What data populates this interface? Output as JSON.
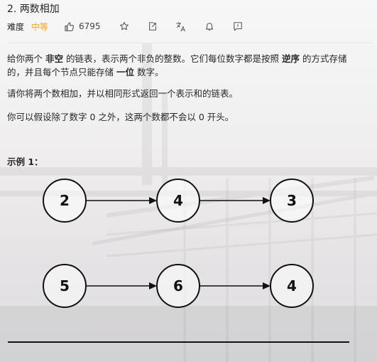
{
  "problem": {
    "title": "2. 两数相加",
    "difficulty_label": "难度",
    "difficulty": "中等",
    "likes": "6795",
    "difficulty_color": "#ffa116"
  },
  "toolbar_icons": [
    "thumbs-up-icon",
    "star-icon",
    "share-icon",
    "translate-icon",
    "bell-icon",
    "feedback-icon"
  ],
  "description": {
    "p1": {
      "a": "给你两个 ",
      "b": "非空",
      "c": " 的链表，表示两个非负的整数。它们每位数字都是按照 ",
      "d": "逆序",
      "e": " 的方式存储的，并且每个节点只能存储 ",
      "f": "一位",
      "g": " 数字。"
    },
    "p2": "请你将两个数相加，并以相同形式返回一个表示和的链表。",
    "p3": "你可以假设除了数字 0 之外，这两个数都不会以 0 开头。"
  },
  "example": {
    "label": "示例 1：",
    "list1": [
      "2",
      "4",
      "3"
    ],
    "list2": [
      "5",
      "6",
      "4"
    ]
  }
}
